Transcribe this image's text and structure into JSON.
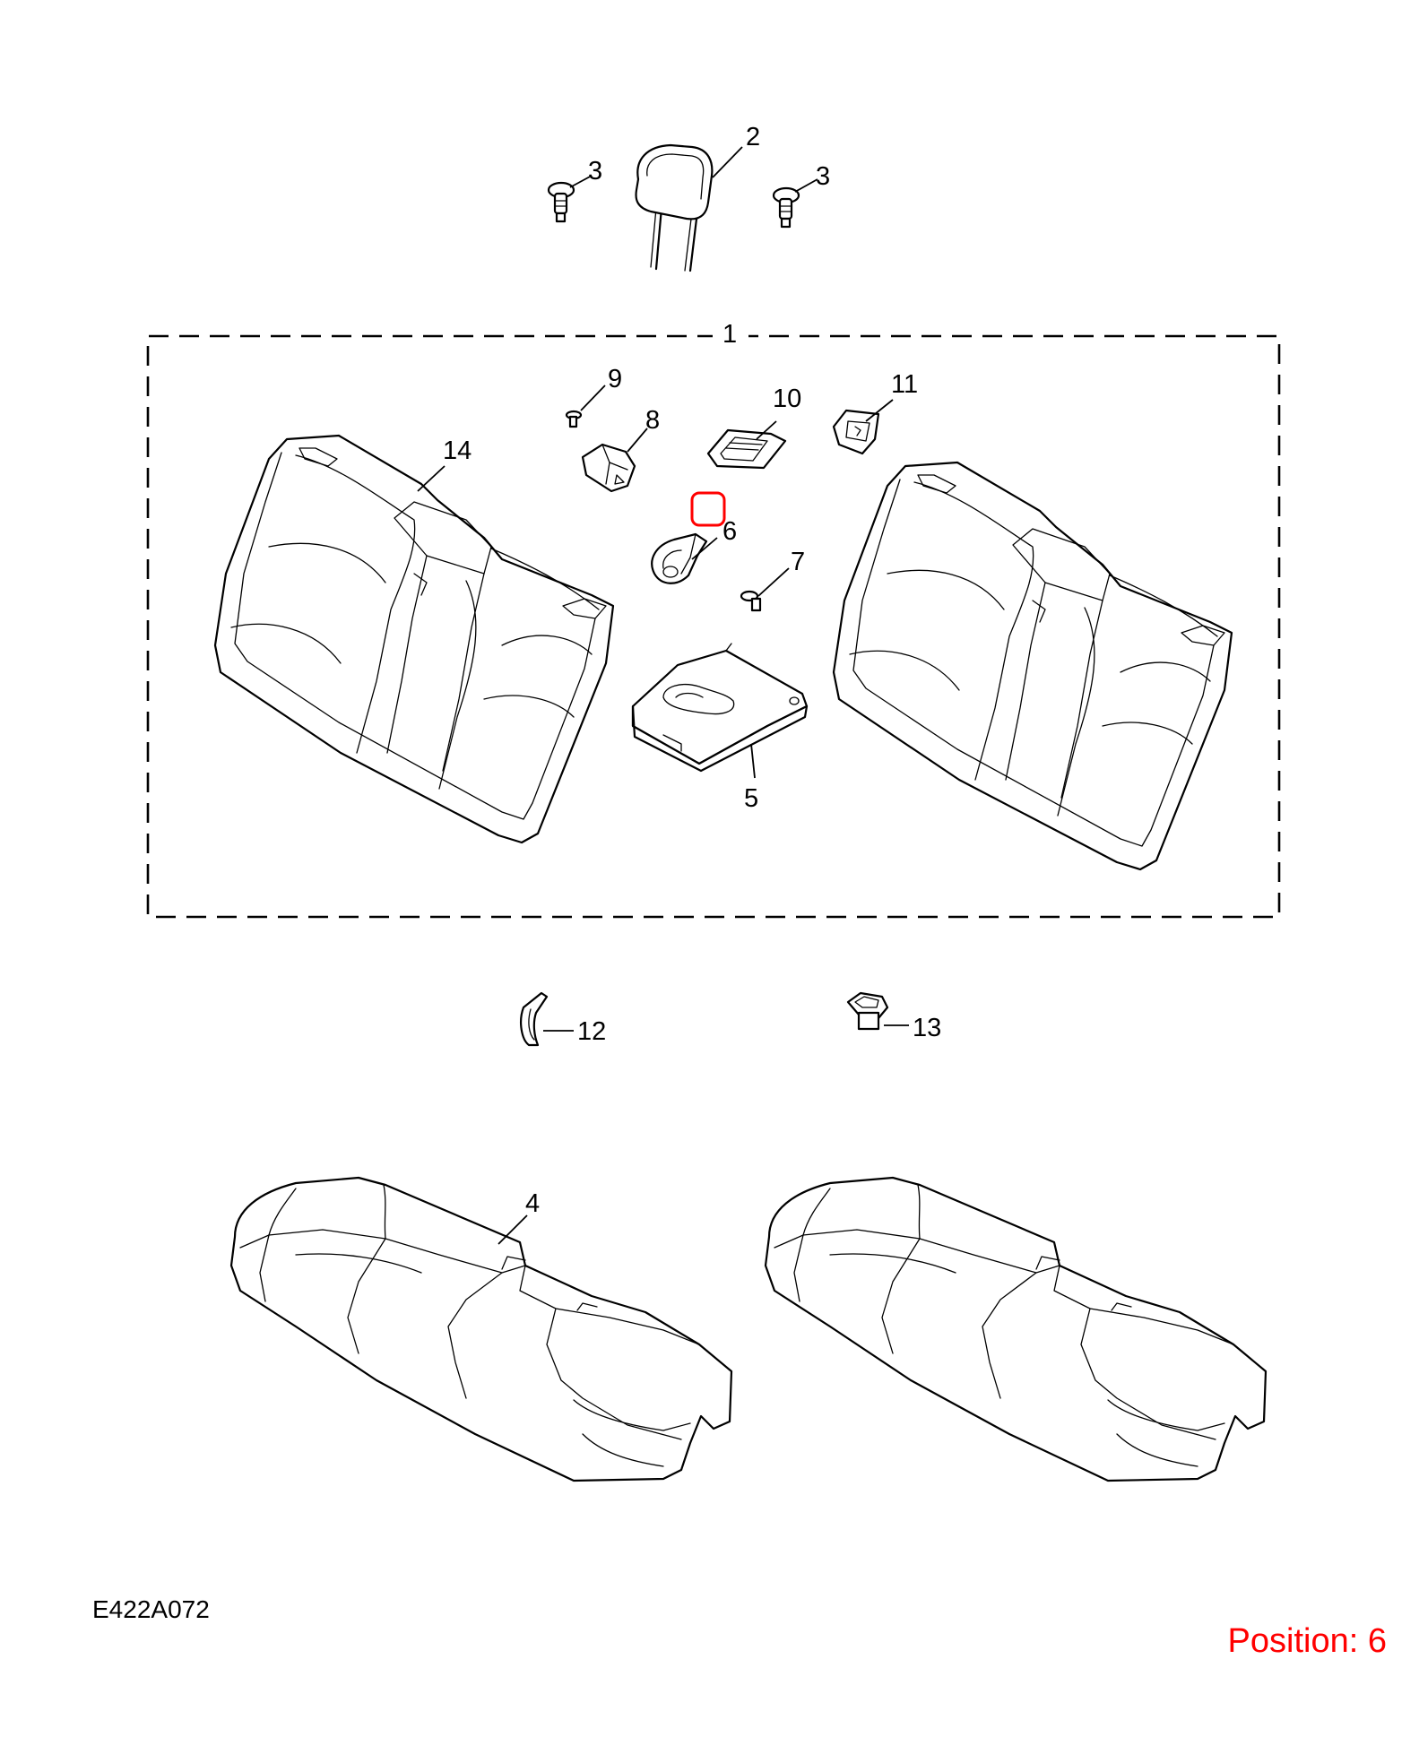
{
  "callouts": {
    "c1": "1",
    "c2": "2",
    "c3a": "3",
    "c3b": "3",
    "c4": "4",
    "c5": "5",
    "c6": "6",
    "c7": "7",
    "c8": "8",
    "c9": "9",
    "c10": "10",
    "c11": "11",
    "c12": "12",
    "c13": "13",
    "c14": "14"
  },
  "footer": {
    "diagram_code": "E422A072",
    "position_label": "Position: 6"
  },
  "colors": {
    "line": "#000000",
    "highlight": "#ff0000",
    "background": "#ffffff"
  },
  "selected_position": "6"
}
